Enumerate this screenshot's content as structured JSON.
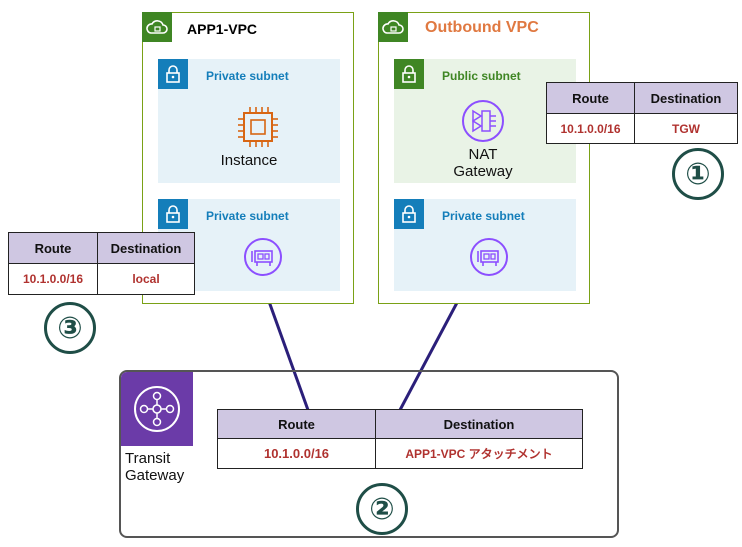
{
  "vpc1": {
    "title": "APP1-VPC",
    "title_color": "#3f8624"
  },
  "vpc2": {
    "title": "Outbound VPC",
    "title_color": "#e07941"
  },
  "subnets": {
    "app1_top": "Private subnet",
    "app1_bottom": "Private subnet",
    "out_top": "Public subnet",
    "out_bottom": "Private subnet"
  },
  "instance_label": "Instance",
  "nat_label_line1": "NAT",
  "nat_label_line2": "Gateway",
  "tgw_label_line1": "Transit",
  "tgw_label_line2": "Gateway",
  "route_table_1": {
    "col_route": "Route",
    "col_dest": "Destination",
    "route": "10.1.0.0/16",
    "dest": "TGW",
    "marker": "①"
  },
  "route_table_2": {
    "col_route": "Route",
    "col_dest": "Destination",
    "route": "10.1.0.0/16",
    "dest": "APP1-VPC アタッチメント",
    "marker": "②"
  },
  "route_table_3": {
    "col_route": "Route",
    "col_dest": "Destination",
    "route": "10.1.0.0/16",
    "dest": "local",
    "marker": "③"
  },
  "colors": {
    "vpc_border": "#7aa116",
    "private_subnet": "#147eba",
    "public_subnet": "#3f8624",
    "compute_orange": "#d86613",
    "network_purple": "#8c4fff",
    "connection_line": "#2b1f7a",
    "table_header": "#cfc7e2",
    "table_value": "#b0322f",
    "marker": "#1f4e47"
  }
}
